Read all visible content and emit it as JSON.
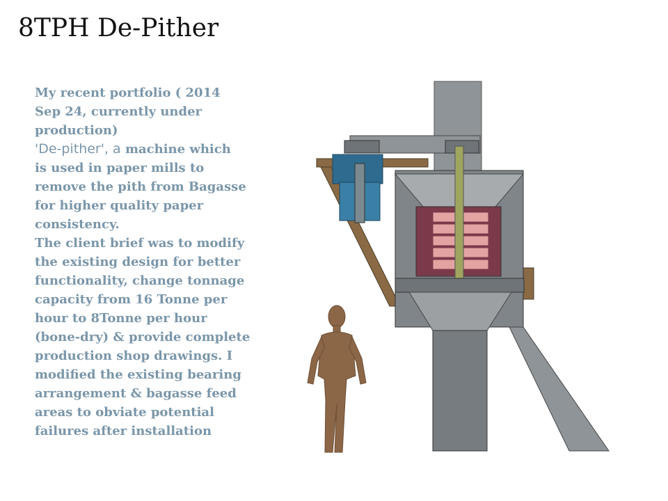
{
  "title": "8TPH De-Pither",
  "description": {
    "line1": "My recent portfolio ( 2014",
    "line2": "Sep 24, currently under",
    "line3": "production)",
    "machine_name": "'De-pither', a",
    "line4_rest": " machine which",
    "line5": "is used in paper mills to",
    "line6": "remove the pith from Bagasse",
    "line7": "for higher quality paper",
    "line8": "consistency.",
    "line9": "The client brief was to modify",
    "line10": "the existing design for better",
    "line11": "functionality, change tonnage",
    "line12": "capacity from 16 Tonne per",
    "line13": "hour to 8Tonne per hour",
    "line14": "(bone-dry) & provide complete",
    "line15": "production shop drawings.  I",
    "line16": "modified the existing bearing",
    "line17": "arrangement & bagasse feed",
    "line18": "areas to obviate potential",
    "line19": "failures after installation"
  },
  "colors": {
    "text_accent": "#7a96aa",
    "human_figure": "#8b6647",
    "steel": "#8a8f95",
    "blue_motor": "#2e6b8f",
    "rotor_red": "#c46c6c",
    "shaft": "#9fa55e"
  }
}
